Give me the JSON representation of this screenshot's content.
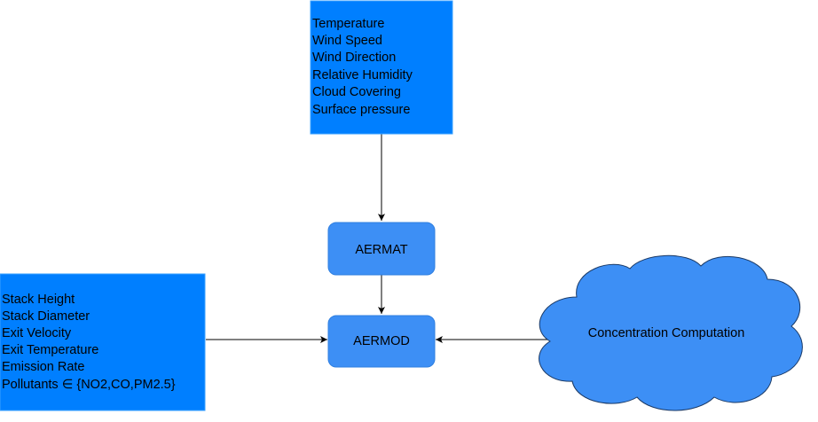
{
  "colors": {
    "input_box": "#007fff",
    "input_box_border": "#3aa0ff",
    "process_box": "#3d8ff5",
    "process_box_border": "#2f7fe0",
    "cloud": "#3d8ff5",
    "cloud_border": "#1b3a66",
    "edge": "#000000"
  },
  "meteorological_inputs": {
    "lines": [
      "Temperature",
      "Wind Speed",
      "Wind Direction",
      "Relative Humidity",
      "Cloud Covering",
      "Surface pressure"
    ]
  },
  "source_inputs": {
    "lines": [
      "Stack Height",
      "Stack Diameter",
      "Exit Velocity",
      "Exit Temperature",
      "Emission Rate",
      "Pollutants ∈ {NO2,CO,PM2.5}"
    ]
  },
  "aermat": {
    "label": "AERMAT"
  },
  "aermod": {
    "label": "AERMOD"
  },
  "concentration": {
    "label": "Concentration Computation"
  }
}
